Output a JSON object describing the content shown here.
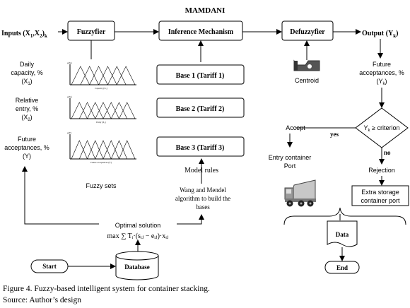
{
  "title": "MAMDANI",
  "inputs": {
    "main": "Inputs (X",
    "s1": "1",
    "mid": ",X",
    "s2": "2",
    "end": ")",
    "sk": "k"
  },
  "output": {
    "main": "Output (Y",
    "sub": "k",
    "end": ")"
  },
  "top": {
    "fuzzyfier": "Fuzzyfier",
    "inference": "Inference Mechanism",
    "defuzzyfier": "Defuzzyfier"
  },
  "bases": [
    "Base 1 (Tariff 1)",
    "Base 2 (Tariff 2)",
    "Base 3 (Tariff 3)"
  ],
  "vars": [
    {
      "l1": "Daily",
      "l2": "capacity, %",
      "open": "(X",
      "sub": "1",
      "close": ")"
    },
    {
      "l1": "Relative",
      "l2": "entry, %",
      "open": "(X",
      "sub": "2",
      "close": ")"
    },
    {
      "l1": "Future",
      "l2": "acceptances, %",
      "l3": "(Y)"
    }
  ],
  "plots": [
    {
      "ylab": "μ(X₁)",
      "xlab": "Capacity (X₁)"
    },
    {
      "ylab": "μ(X₂)",
      "xlab": "Entry (X₂)"
    },
    {
      "ylab": "μ(Y)",
      "xlab": "Future acceptances (Y)"
    }
  ],
  "fuzzy_sets": "Fuzzy sets",
  "model_rules": "Model rules",
  "wang": [
    "Wang and Mendel",
    "algorithm to build the",
    "bases"
  ],
  "optimal": {
    "label": "Optimal solution",
    "formula": "max ∑ Tᵢ·(sᵢⱼ − eᵢⱼ)·xᵢⱼ"
  },
  "start": "Start",
  "database": "Database",
  "centroid": "Centroid",
  "future": {
    "l1": "Future",
    "l2": "acceptances, %",
    "open": "(Y",
    "sub": "k",
    "close": ")"
  },
  "decision": {
    "y": "Y",
    "sub": "k",
    "rest": " ≥ criterion",
    "yes": "yes",
    "no": "no"
  },
  "accept": "Accept",
  "entry": [
    "Entry container",
    "Port"
  ],
  "rejection": "Rejection",
  "extra": [
    "Extra storage",
    "container port"
  ],
  "data_label": "Data",
  "end": "End",
  "caption": "Figure 4. Fuzzy-based intelligent system for container stacking.",
  "source": "Source: Author’s design"
}
